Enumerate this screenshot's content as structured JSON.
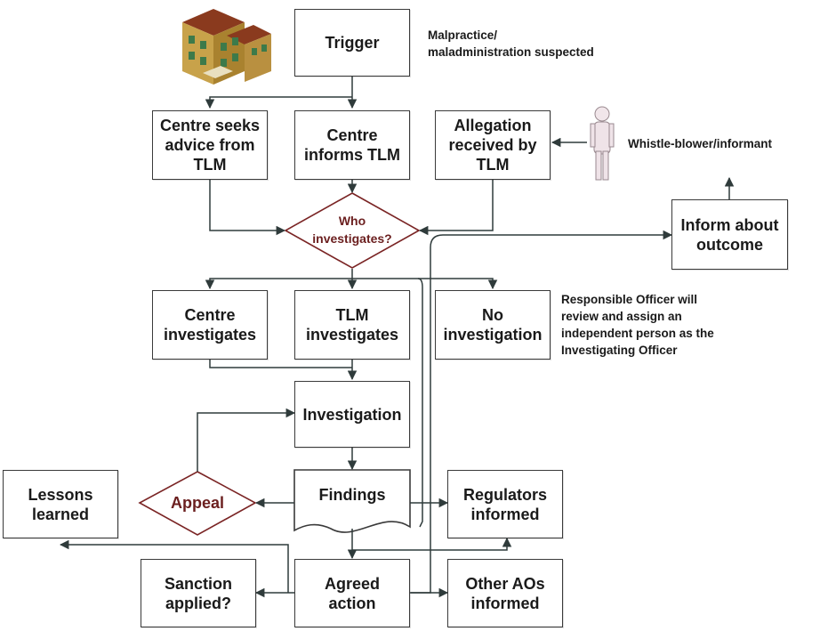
{
  "boxes": {
    "trigger": "Trigger",
    "centre_seeks_advice": "Centre seeks\nadvice from\nTLM",
    "centre_informs": "Centre\ninforms TLM",
    "allegation_received": "Allegation\nreceived by\nTLM",
    "inform_outcome": "Inform about\noutcome",
    "centre_investigates": "Centre\ninvestigates",
    "tlm_investigates": "TLM\ninvestigates",
    "no_investigation": "No\ninvestigation",
    "investigation": "Investigation",
    "findings": "Findings",
    "regulators_informed": "Regulators\ninformed",
    "lessons_learned": "Lessons\nlearned",
    "agreed_action": "Agreed\naction",
    "sanction_applied": "Sanction\napplied?",
    "other_aos": "Other AOs\ninformed"
  },
  "decisions": {
    "who_investigates": "Who\ninvestigates?",
    "appeal": "Appeal"
  },
  "notes": {
    "malpractice": "Malpractice/\nmaladministration suspected",
    "whistleblower": "Whistle-blower/informant",
    "responsible_officer": "Responsible Officer  will\nreview and assign an\nindependent person as the\nInvestigating Officer"
  },
  "icons": {
    "building": "building-icon",
    "person": "person-icon"
  },
  "colors": {
    "line": "#2f3b3b",
    "decision_text": "#6b1f1f",
    "decision_border": "#7a2424",
    "building_wall": "#c8a24a",
    "building_roof": "#8a3a1e",
    "building_window": "#3d7a4a"
  }
}
